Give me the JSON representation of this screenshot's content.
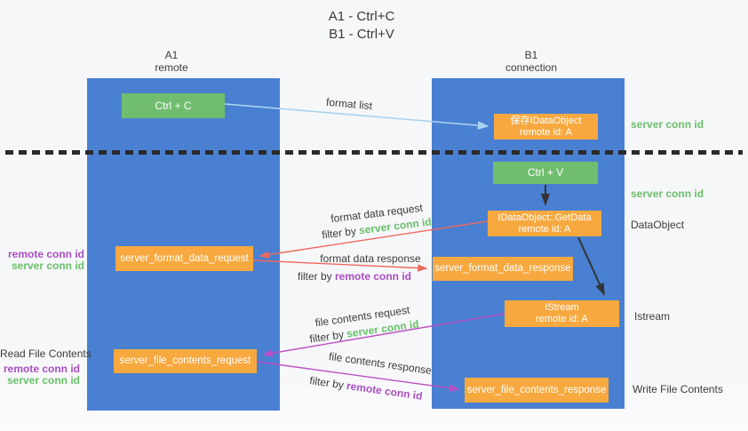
{
  "title": {
    "line1": "A1 - Ctrl+C",
    "line2": "B1 - Ctrl+V"
  },
  "columns": {
    "a1": {
      "name": "A1",
      "subtitle": "remote"
    },
    "b1": {
      "name": "B1",
      "subtitle": "connection"
    }
  },
  "boxes": {
    "ctrl_c": "Ctrl + C",
    "save_idataobject": {
      "line1": "保存IDataObject",
      "line2": "remote id: A"
    },
    "ctrl_v": "Ctrl + V",
    "getdata": {
      "line1": "IDataObject::GetData",
      "line2": "remote id: A"
    },
    "format_request": "server_format_data_request",
    "format_response": "server_format_data_response",
    "istream": {
      "line1": "IStream",
      "line2": "remote id: A"
    },
    "file_request": "server_file_contents_request",
    "file_response": "server_file_contents_response"
  },
  "right_labels": {
    "server_conn_id_top": "server conn id",
    "server_conn_id_mid": "server conn id",
    "dataobject": "DataObject",
    "istream": "Istream",
    "write_file_contents": "Write File Contents"
  },
  "left_labels": {
    "remote_conn_id_top": "remote conn id",
    "server_conn_id_top": "server conn id",
    "read_file_contents": "Read File Contents",
    "remote_conn_id_bottom": "remote conn id",
    "server_conn_id_bottom": "server conn id"
  },
  "arrow_labels": {
    "format_list": "format list",
    "format_data_request": "format data request",
    "filter_server_1": {
      "prefix": "filter by ",
      "value": "server conn id"
    },
    "format_data_response": "format data response",
    "filter_remote_1": {
      "prefix": "filter by ",
      "value": "remote conn id"
    },
    "file_contents_request": "file contents request",
    "filter_server_2": {
      "prefix": "filter by ",
      "value": "server conn id"
    },
    "file_contents_response": "file contents response",
    "filter_remote_2": {
      "prefix": "filter by ",
      "value": "remote conn id"
    }
  },
  "colors": {
    "column_blue": "#4a80d2",
    "box_green": "#71bd6f",
    "box_orange": "#f7a940",
    "arrow_light_blue": "#a9d3f0",
    "arrow_salmon": "#ed6a5e",
    "arrow_magenta": "#bb4ec2",
    "arrow_black": "#333333",
    "text_green": "#6abf69",
    "text_purple": "#a94fc0",
    "text_dark": "#3c3c3c"
  }
}
